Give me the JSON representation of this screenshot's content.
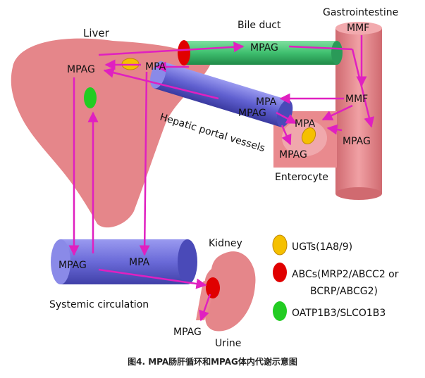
{
  "organs": {
    "liver": "Liver",
    "bile_duct": "Bile duct",
    "gastrointestine": "Gastrointestine",
    "hepatic_portal_vessels": "Hepatic portal vessels",
    "enterocyte": "Enterocyte",
    "systemic_circulation": "Systemic circulation",
    "kidney": "Kidney",
    "urine": "Urine"
  },
  "molecules": {
    "liver_mpag": "MPAG",
    "liver_mpa": "MPA",
    "bile_mpag": "MPAG",
    "gi_mmf_top": "MMF",
    "gi_mmf_mid": "MMF",
    "gi_mpag": "MPAG",
    "portal_mpa": "MPA",
    "portal_mpag": "MPAG",
    "entero_mpa": "MPA",
    "entero_mpag": "MPAG",
    "systemic_mpag": "MPAG",
    "systemic_mpa": "MPA",
    "urine_mpag": "MPAG"
  },
  "legend": {
    "items": [
      {
        "label": "UGTs(1A8/9)",
        "color": "#f5c000",
        "icon": "yellow-ellipse"
      },
      {
        "label": "ABCs(MRP2/ABCC2 or",
        "label2": "BCRP/ABCG2)",
        "color": "#e00000",
        "icon": "red-ellipse"
      },
      {
        "label": "OATP1B3/SLCO1B3",
        "color": "#22cc22",
        "icon": "green-ellipse"
      }
    ]
  },
  "colors": {
    "arrow": "#e020c0",
    "liver": "#e5868a",
    "portal": "#6f6fd8",
    "bile": "#3fbf6f",
    "intestine": "#e5868a"
  },
  "caption": "图4. MPA肠肝循环和MPAG体内代谢示意图"
}
